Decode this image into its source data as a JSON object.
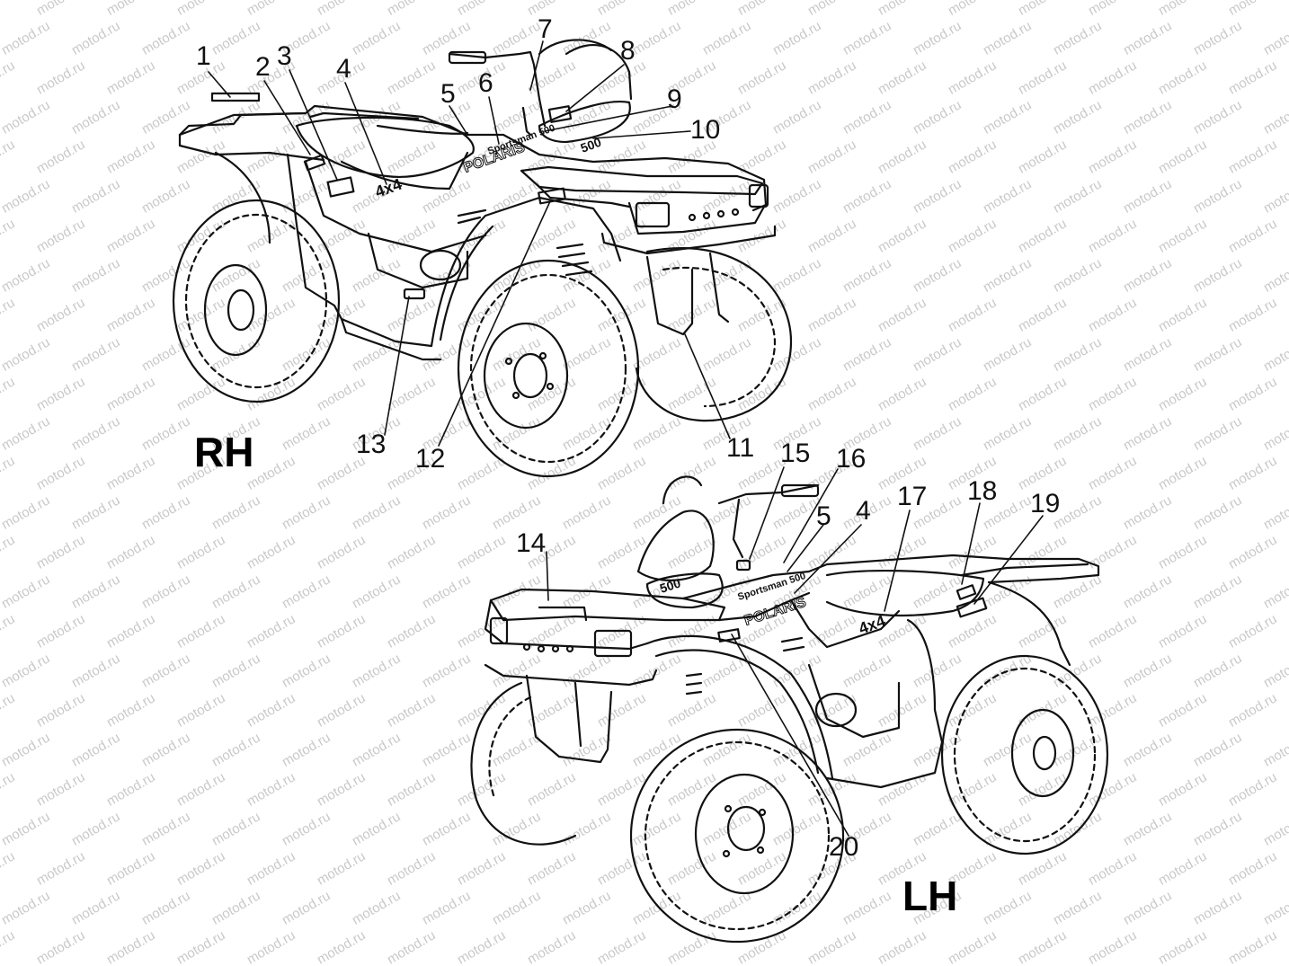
{
  "watermark": "motod.ru",
  "views": {
    "rh": {
      "label": "RH"
    },
    "lh": {
      "label": "LH"
    }
  },
  "decal_text": {
    "brand": "POLARIS",
    "model": "Sportsman 500",
    "four_by_four": "4x4",
    "displacement": "500"
  },
  "callouts": {
    "c1": "1",
    "c2": "2",
    "c3": "3",
    "c4": "4",
    "c5": "5",
    "c6": "6",
    "c7": "7",
    "c8": "8",
    "c9": "9",
    "c10": "10",
    "c11": "11",
    "c12": "12",
    "c13": "13",
    "c14": "14",
    "c15": "15",
    "c16": "16",
    "c5b": "5",
    "c4b": "4",
    "c17": "17",
    "c18": "18",
    "c19": "19",
    "c20": "20"
  }
}
